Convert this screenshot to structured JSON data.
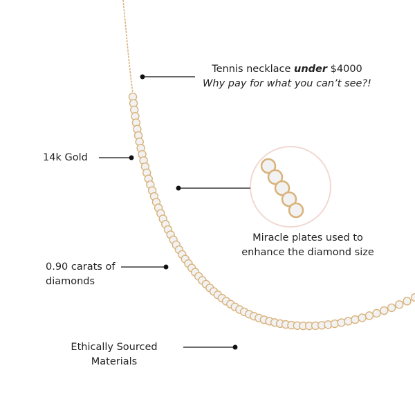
{
  "headline": {
    "prefix": "Tennis necklace ",
    "emphasis": "under",
    "suffix": " $4000",
    "subline": "Why pay for what you can’t see?!"
  },
  "callouts": {
    "gold": "14k Gold",
    "carats_line1": "0.90 carats of",
    "carats_line2": "diamonds",
    "ethical_line1": "Ethically Sourced",
    "ethical_line2": "Materials",
    "plates_line1": "Miracle plates used to",
    "plates_line2": "enhance the diamond size"
  },
  "colors": {
    "gold": "#d8b27a",
    "diamond": "#f2f2f2",
    "inset_ring": "#f1d9d2",
    "line": "#111111"
  }
}
